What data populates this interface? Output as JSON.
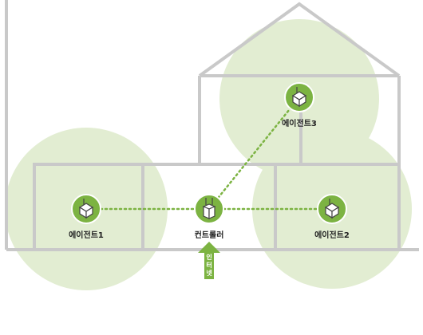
{
  "diagram": {
    "agent1_label": "에이전트1",
    "agent2_label": "에이전트2",
    "agent3_label": "에이전트3",
    "controller_label": "컨트롤러",
    "internet_label": [
      "인",
      "터",
      "넷"
    ]
  },
  "colors": {
    "wall": "#c9c9c9",
    "coverage": "#e2edd2",
    "node": "#7cb342",
    "node_ring": "#ffffff",
    "link": "#7cb342",
    "arrow": "#7cb342",
    "label": "#222222"
  },
  "icons": {
    "node": "router-icon",
    "internet": "up-arrow-icon"
  }
}
